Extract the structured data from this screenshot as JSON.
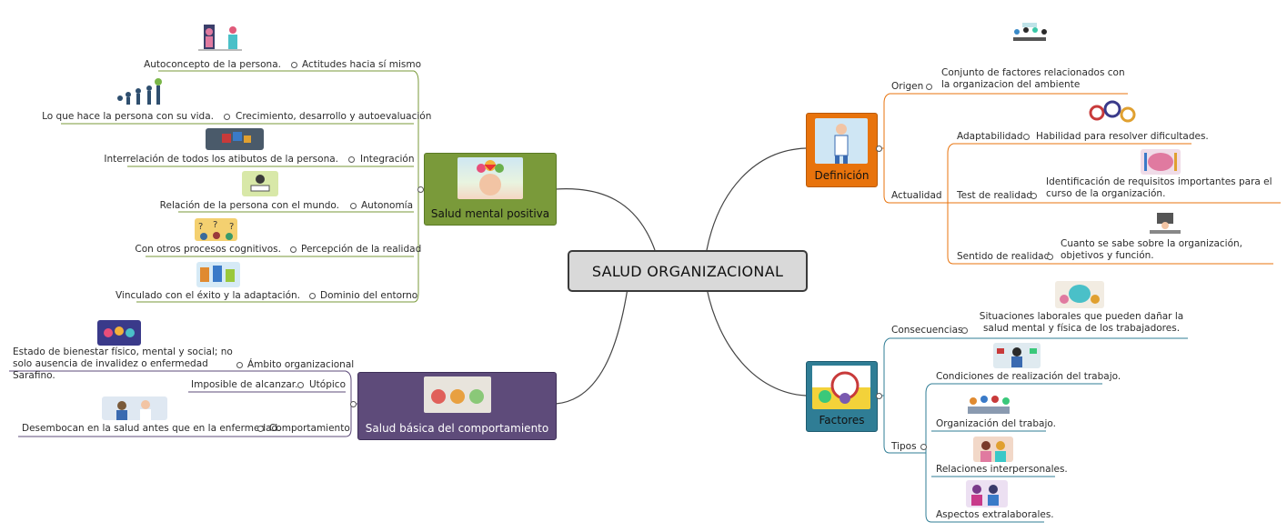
{
  "central": "SALUD ORGANIZACIONAL",
  "colors": {
    "green_branch": "#7a9a3a",
    "purple_branch": "#5e4b7a",
    "orange_branch": "#e8730c",
    "teal_branch": "#2f7d95"
  },
  "salud_mental": {
    "title": "Salud mental positiva",
    "items": [
      {
        "label": "Actitudes hacia sí mismo",
        "detail": "Autoconcepto de la persona.",
        "icon": "people-mirror-icon"
      },
      {
        "label": "Crecimiento, desarrollo y autoevaluación",
        "detail": "Lo que hace la persona con su vida.",
        "icon": "growth-stages-icon"
      },
      {
        "label": "Integración",
        "detail": "Interrelación de todos los atibutos de la persona.",
        "icon": "puzzle-hands-icon"
      },
      {
        "label": "Autonomía",
        "detail": "Relación de la persona con el mundo.",
        "icon": "reading-person-icon"
      },
      {
        "label": "Percepción de la realidad",
        "detail": "Con otros procesos cognitivos.",
        "icon": "question-heads-icon"
      },
      {
        "label": "Dominio del entorno",
        "detail": "Vinculado con el éxito y la adaptación.",
        "icon": "team-work-icon"
      }
    ]
  },
  "salud_basica": {
    "title": "Salud básica del comportamiento",
    "items": [
      {
        "label": "Ámbito organizacional",
        "detail": "Estado de bienestar físico, mental y social; no solo ausencia de invalidez o enfermedad Sarafino.",
        "icon": "wellbeing-icon"
      },
      {
        "label": "Utópico",
        "detail": "Imposible de alcanzar."
      },
      {
        "label": "Comportamiento",
        "detail": "Desembocan en la salud antes que en la enfermedad.",
        "icon": "doctor-child-icon"
      }
    ]
  },
  "definicion": {
    "title": "Definición",
    "origen": {
      "label": "Origen",
      "detail": "Conjunto de factores relacionados con la organizacion del ambiente",
      "icon": "meeting-table-icon"
    },
    "actualidad": {
      "label": "Actualidad",
      "items": [
        {
          "label": "Adaptabilidad",
          "detail": "Habilidad para resolver dificultades.",
          "icon": "gears-people-icon"
        },
        {
          "label": "Test de realidad",
          "detail": "Identificación de requisitos importantes para el curso de la organización.",
          "icon": "brain-pencils-icon"
        },
        {
          "label": "Sentido de realidad",
          "detail": "Cuanto se sabe sobre la organización, objetivos y función.",
          "icon": "desk-worker-icon"
        }
      ]
    }
  },
  "factores": {
    "title": "Factores",
    "consecuencias": {
      "label": "Consecuencias",
      "detail": "Situaciones laborales que pueden dañar la salud mental y física de los trabajadores.",
      "icon": "stressed-brain-icon"
    },
    "tipos": {
      "label": "Tipos",
      "items": [
        {
          "detail": "Condiciones de realización del trabajo.",
          "icon": "multitask-worker-icon"
        },
        {
          "detail": "Organización del trabajo.",
          "icon": "team-group-icon"
        },
        {
          "detail": "Relaciones interpersonales.",
          "icon": "colleagues-icon"
        },
        {
          "detail": "Aspectos extralaborales.",
          "icon": "family-icon"
        }
      ]
    }
  }
}
